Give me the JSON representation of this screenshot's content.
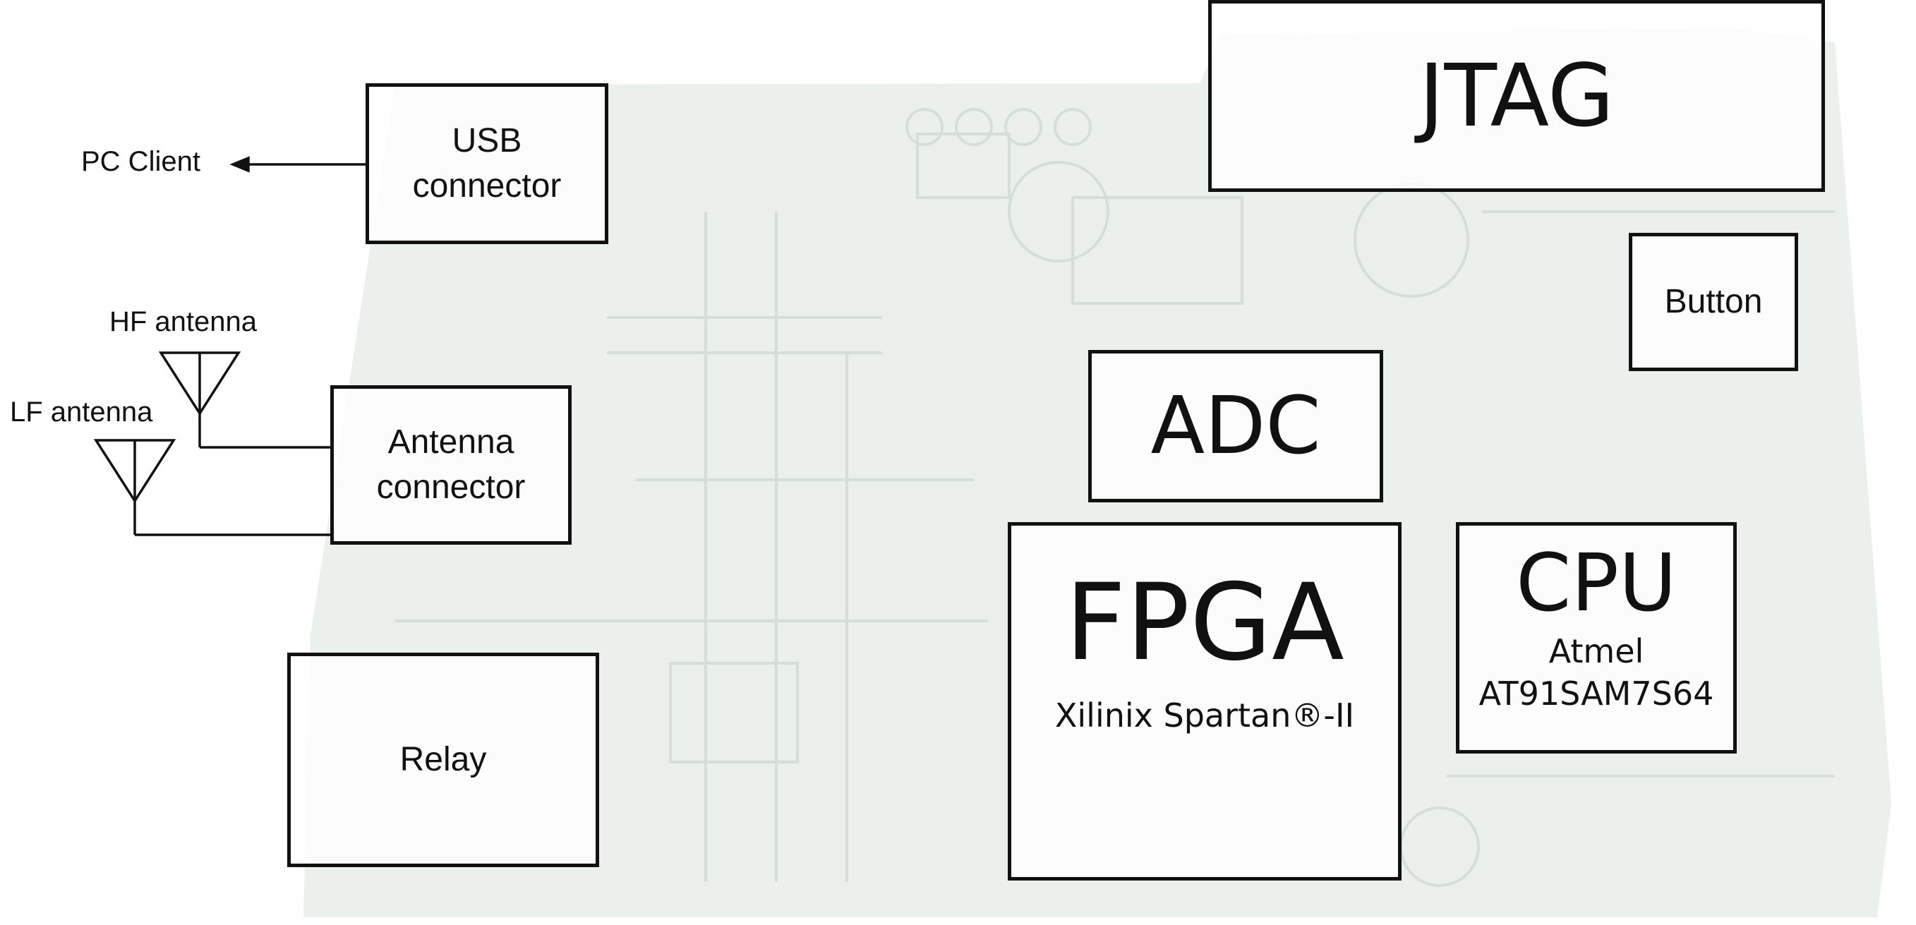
{
  "diagram": {
    "colors": {
      "line": "#111111",
      "board": "#8fae9a",
      "board_trace": "#6f9580"
    },
    "labels": {
      "pc_client": "PC Client",
      "hf_antenna": "HF antenna",
      "lf_antenna": "LF antenna"
    },
    "blocks": {
      "usb": {
        "line1": "USB",
        "line2": "connector"
      },
      "antenna": {
        "line1": "Antenna",
        "line2": "connector"
      },
      "relay": {
        "title": "Relay"
      },
      "jtag": {
        "title": "JTAG"
      },
      "button": {
        "title": "Button"
      },
      "adc": {
        "title": "ADC"
      },
      "fpga": {
        "title": "FPGA",
        "subtitle": "Xilinix Spartan®-II"
      },
      "cpu": {
        "title": "CPU",
        "line1": "Atmel",
        "line2": "AT91SAM7S64"
      }
    }
  }
}
